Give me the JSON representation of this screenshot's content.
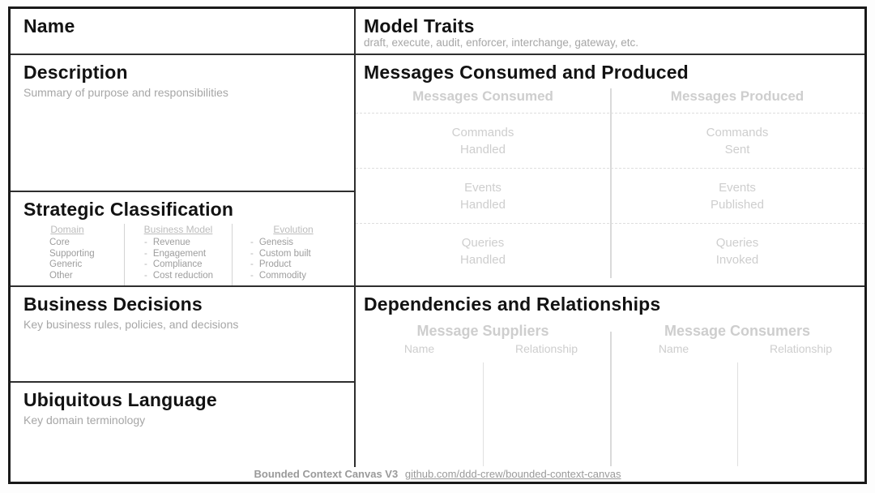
{
  "colors": {
    "frame_border": "#191919",
    "inner_line": "#2e2e2e",
    "light_divider": "#dadada",
    "heading_text": "#121212",
    "muted_text": "#a6a6a6",
    "placeholder_text": "#cecece"
  },
  "sections": {
    "name": {
      "title": "Name"
    },
    "model_traits": {
      "title": "Model Traits",
      "subtitle": "draft, execute, audit, enforcer, interchange, gateway, etc."
    },
    "description": {
      "title": "Description",
      "subtitle": "Summary of purpose and responsibilities"
    },
    "messages": {
      "title": "Messages Consumed and Produced",
      "columns": [
        "Messages Consumed",
        "Messages Produced"
      ],
      "rows": [
        {
          "left": [
            "Commands",
            "Handled"
          ],
          "right": [
            "Commands",
            "Sent"
          ]
        },
        {
          "left": [
            "Events",
            "Handled"
          ],
          "right": [
            "Events",
            "Published"
          ]
        },
        {
          "left": [
            "Queries",
            "Handled"
          ],
          "right": [
            "Queries",
            "Invoked"
          ]
        }
      ]
    },
    "strategic": {
      "title": "Strategic Classification",
      "groups": [
        {
          "heading": "Domain",
          "items": [
            "Core",
            "Supporting",
            "Generic",
            "Other"
          ]
        },
        {
          "heading": "Business Model",
          "items": [
            "Revenue",
            "Engagement",
            "Compliance",
            "Cost reduction"
          ]
        },
        {
          "heading": "Evolution",
          "items": [
            "Genesis",
            "Custom built",
            "Product",
            "Commodity"
          ]
        }
      ]
    },
    "business_decisions": {
      "title": "Business Decisions",
      "subtitle": "Key business rules, policies, and decisions"
    },
    "ubiquitous": {
      "title": "Ubiquitous Language",
      "subtitle": "Key domain terminology"
    },
    "dependencies": {
      "title": "Dependencies and Relationships",
      "panels": [
        {
          "heading": "Message Suppliers",
          "columns": [
            "Name",
            "Relationship"
          ]
        },
        {
          "heading": "Message Consumers",
          "columns": [
            "Name",
            "Relationship"
          ]
        }
      ]
    }
  },
  "footer": {
    "label": "Bounded Context Canvas V3",
    "link": "github.com/ddd-crew/bounded-context-canvas"
  }
}
